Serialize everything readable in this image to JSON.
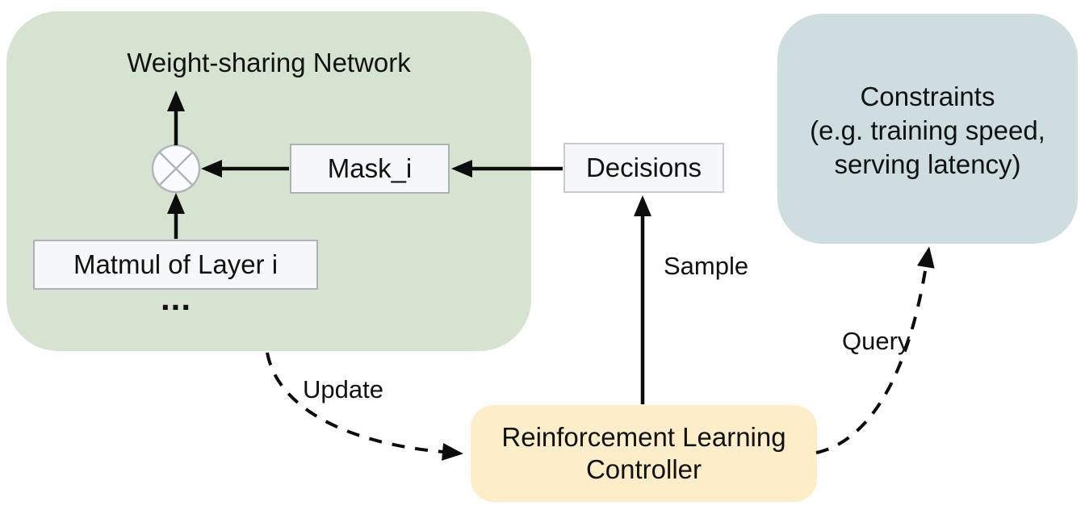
{
  "weight_sharing_panel": {
    "title": "Weight-sharing Network",
    "matmul_label": "Matmul of Layer i",
    "mask_label": "Mask_i",
    "ellipsis": "...",
    "multiply_symbol": "⊗"
  },
  "decisions_label": "Decisions",
  "constraints_panel": {
    "label": "Constraints\n(e.g. training speed,\nserving latency)"
  },
  "rl_controller": {
    "label": "Reinforcement Learning\nController"
  },
  "edges": {
    "sample": "Sample",
    "update": "Update",
    "query": "Query"
  },
  "colors": {
    "panel-green": "#d6e3d0",
    "panel-blue": "#cddde0",
    "panel-yellow": "#fdeec9",
    "node-fill": "#f5f7f8",
    "node-border": "#aeb2b6",
    "node-border-light": "#c8ccd0",
    "line": "#0c0c0c",
    "icon-stroke": "#b2b6ba",
    "text": "#111111"
  }
}
